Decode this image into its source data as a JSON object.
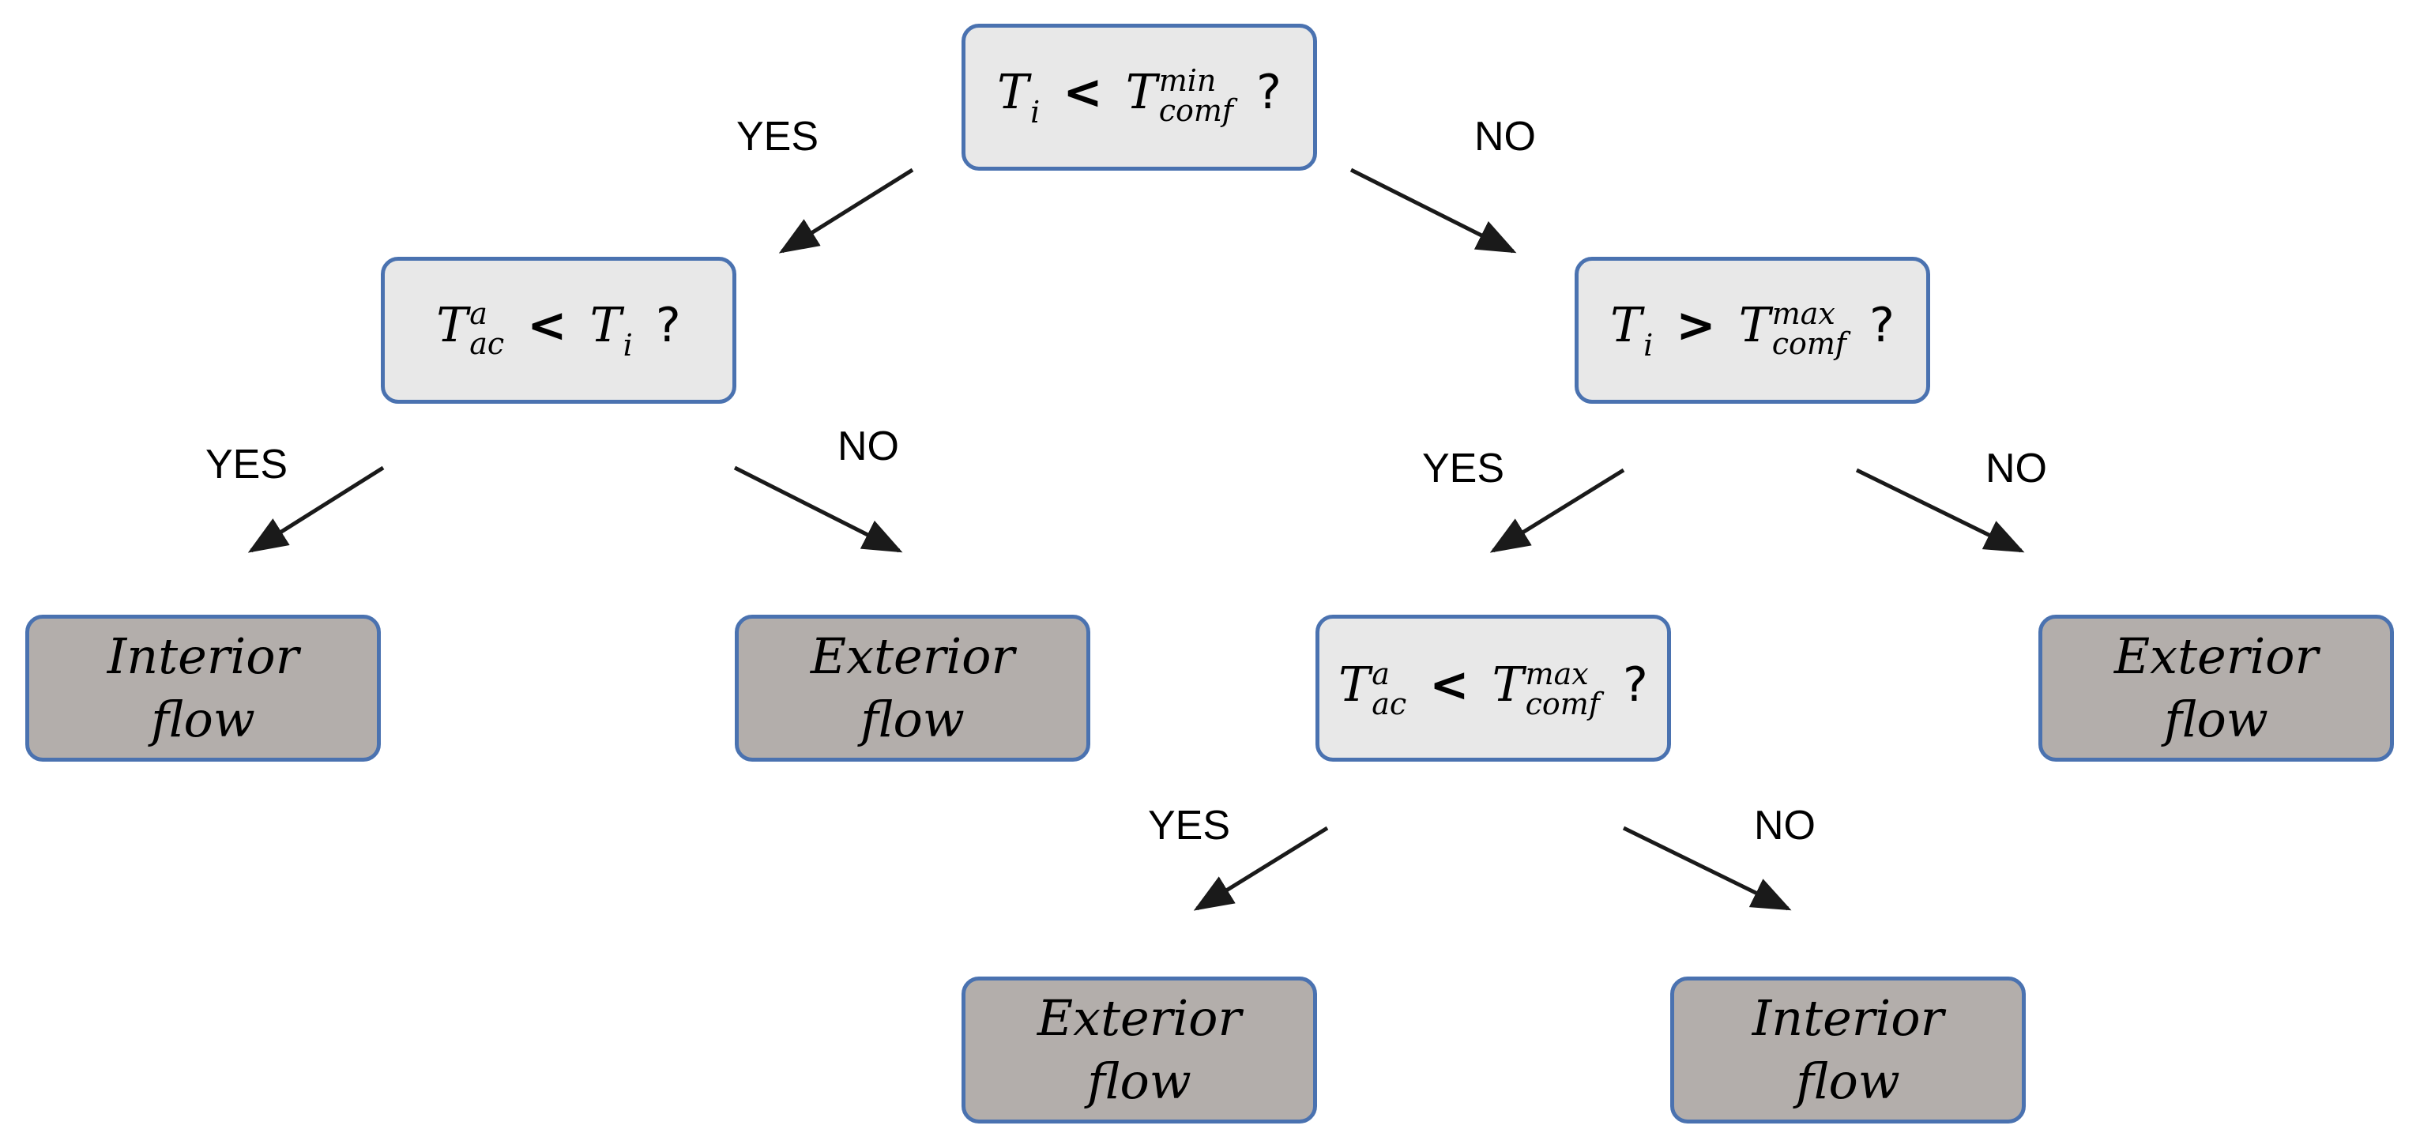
{
  "root_condition": {
    "var": "T",
    "var_sub": "i",
    "op": "<",
    "rhs": "T",
    "rhs_sup": "min",
    "rhs_sub": "comf",
    "q": "?"
  },
  "left_condition": {
    "var": "T",
    "var_sup": "a",
    "var_sub": "ac",
    "op": "<",
    "rhs": "T",
    "rhs_sub": "i",
    "q": "?"
  },
  "right_condition": {
    "var": "T",
    "var_sub": "i",
    "op": ">",
    "rhs": "T",
    "rhs_sup": "max",
    "rhs_sub": "comf",
    "q": "?"
  },
  "lower_condition": {
    "var": "T",
    "var_sup": "a",
    "var_sub": "ac",
    "op": "<",
    "rhs": "T",
    "rhs_sup": "max",
    "rhs_sub": "comf",
    "q": "?"
  },
  "outcomes": {
    "left_yes": {
      "line1": "Interior",
      "line2": "flow"
    },
    "left_no": {
      "line1": "Exterior",
      "line2": "flow"
    },
    "right_no": {
      "line1": "Exterior",
      "line2": "flow"
    },
    "lower_yes": {
      "line1": "Exterior",
      "line2": "flow"
    },
    "lower_no": {
      "line1": "Interior",
      "line2": "flow"
    }
  },
  "labels": {
    "root_yes": "YES",
    "root_no": "NO",
    "left_yes": "YES",
    "left_no": "NO",
    "right_yes": "YES",
    "right_no": "NO",
    "lower_yes": "YES",
    "lower_no": "NO"
  },
  "colors": {
    "border": "#4a72b0",
    "decision_fill": "#e8e8e8",
    "outcome_fill": "#b3aeab",
    "arrow": "#1a1a1a"
  }
}
